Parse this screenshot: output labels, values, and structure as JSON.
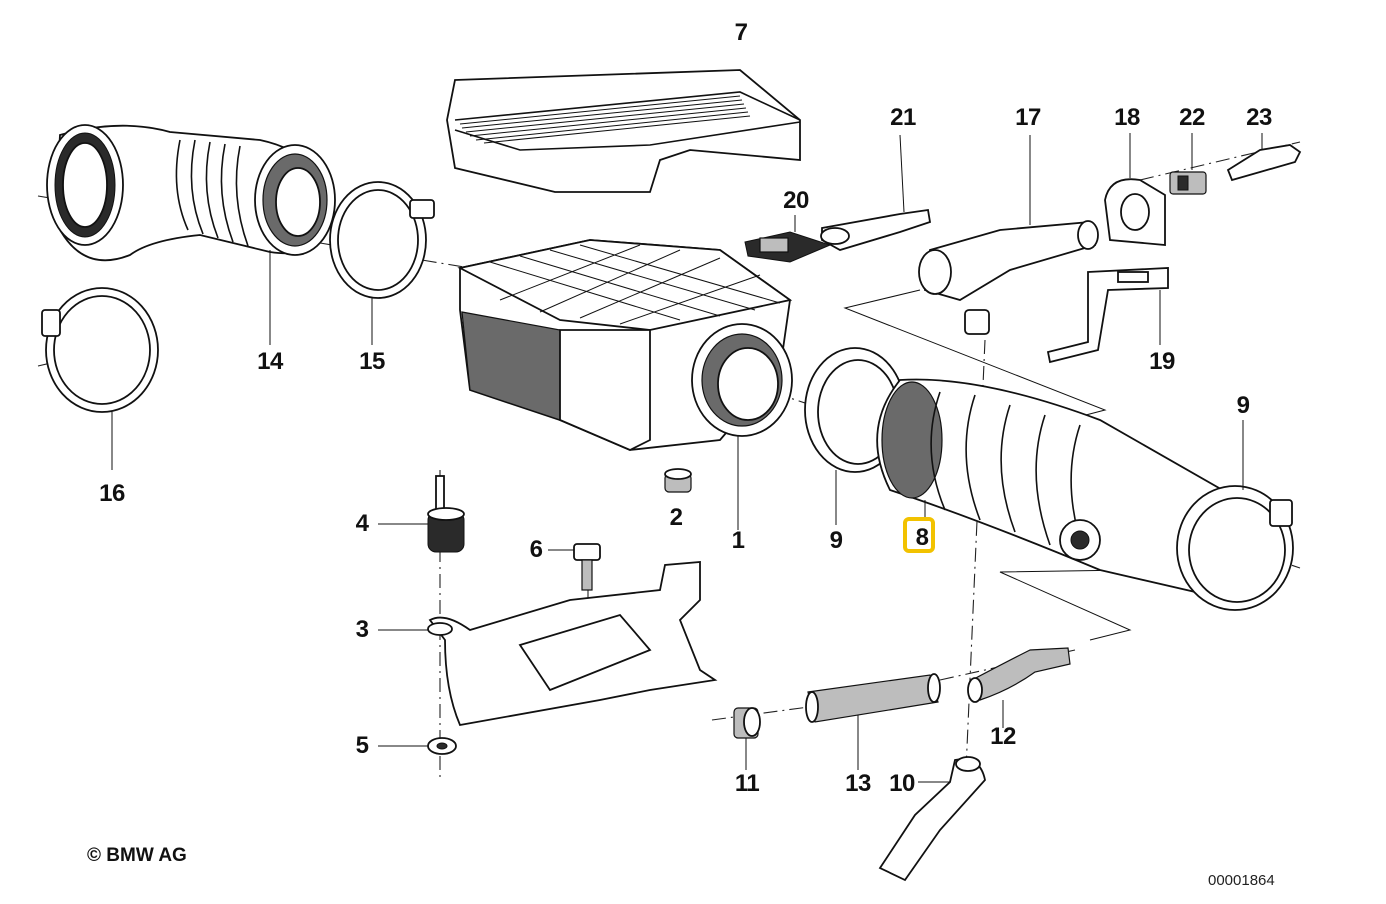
{
  "diagram": {
    "title": "Air flow meter assembly - exploded parts diagram",
    "highlighted_part": "8",
    "copyright": "© BMW AG",
    "reference_number": "00001864"
  },
  "callouts": [
    {
      "id": "p1",
      "label": "1"
    },
    {
      "id": "p2",
      "label": "2"
    },
    {
      "id": "p3",
      "label": "3"
    },
    {
      "id": "p4",
      "label": "4"
    },
    {
      "id": "p5",
      "label": "5"
    },
    {
      "id": "p6",
      "label": "6"
    },
    {
      "id": "p7",
      "label": "7"
    },
    {
      "id": "p8",
      "label": "8"
    },
    {
      "id": "p9a",
      "label": "9"
    },
    {
      "id": "p9b",
      "label": "9"
    },
    {
      "id": "p10",
      "label": "10"
    },
    {
      "id": "p11",
      "label": "11"
    },
    {
      "id": "p12",
      "label": "12"
    },
    {
      "id": "p13",
      "label": "13"
    },
    {
      "id": "p14",
      "label": "14"
    },
    {
      "id": "p15",
      "label": "15"
    },
    {
      "id": "p16",
      "label": "16"
    },
    {
      "id": "p17",
      "label": "17"
    },
    {
      "id": "p18",
      "label": "18"
    },
    {
      "id": "p19",
      "label": "19"
    },
    {
      "id": "p20",
      "label": "20"
    },
    {
      "id": "p21",
      "label": "21"
    },
    {
      "id": "p22",
      "label": "22"
    },
    {
      "id": "p23",
      "label": "23"
    }
  ]
}
